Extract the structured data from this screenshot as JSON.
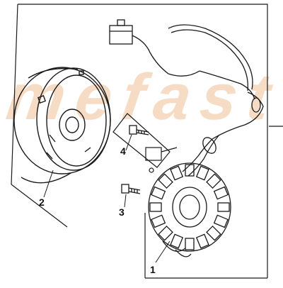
{
  "watermark": {
    "text": "mefast"
  },
  "callouts": [
    {
      "label": "1",
      "part": "stator"
    },
    {
      "label": "2",
      "part": "flywheel"
    },
    {
      "label": "3",
      "part": "bolt"
    },
    {
      "label": "4",
      "part": "bolt"
    }
  ],
  "colors": {
    "line": "#1a1a1a",
    "watermark": "#f7d9bf",
    "background": "#ffffff"
  }
}
